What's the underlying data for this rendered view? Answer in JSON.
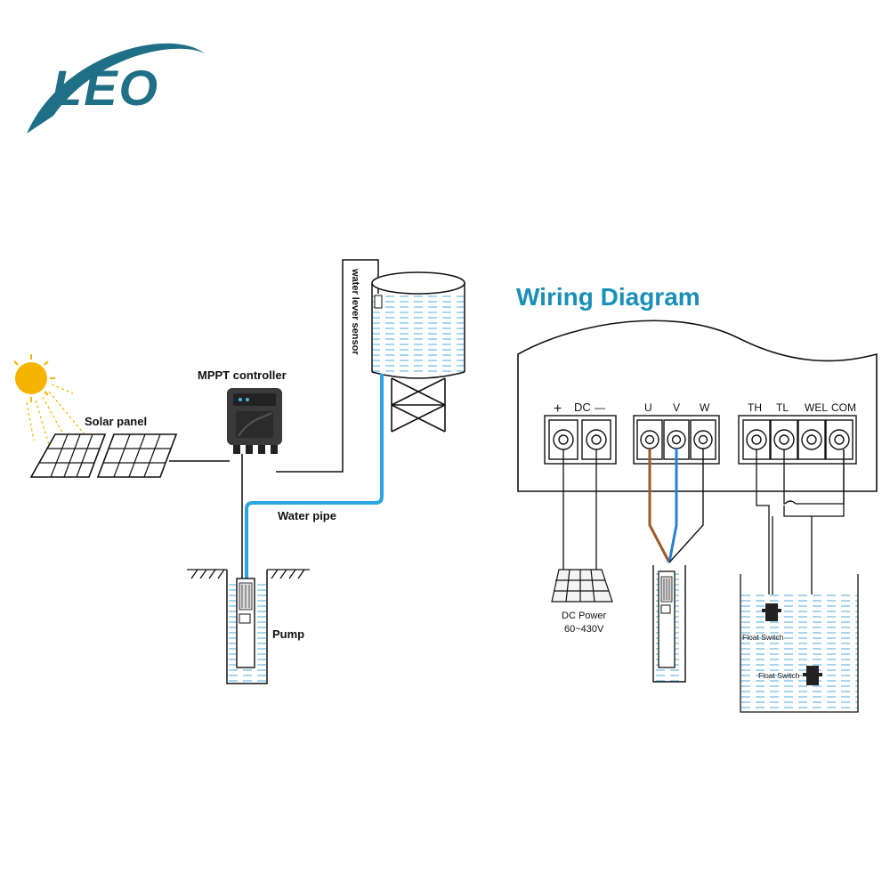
{
  "brand": {
    "logo_text": "LEO",
    "logo_color": "#1f6f86"
  },
  "colors": {
    "water": "#7fc4e6",
    "pipe": "#2aa6e0",
    "title": "#1a8fb8",
    "sun": "#f4b400",
    "brown_wire": "#9b5a2a",
    "blue_wire": "#2a7fd0"
  },
  "system": {
    "solar_panel": "Solar panel",
    "controller": "MPPT controller",
    "sensor": "water lever sensor",
    "pipe": "Water pipe",
    "pump": "Pump"
  },
  "wiring": {
    "title": "Wiring Diagram",
    "dc_label": "DC",
    "plus": "+",
    "minus": "—",
    "terminals": [
      "U",
      "V",
      "W",
      "TH",
      "TL",
      "WEL",
      "COM"
    ],
    "dc_power_line1": "DC Power",
    "dc_power_line2": "60~430V",
    "float_switch_1": "Float Switch",
    "float_switch_2": "Float Switch"
  }
}
